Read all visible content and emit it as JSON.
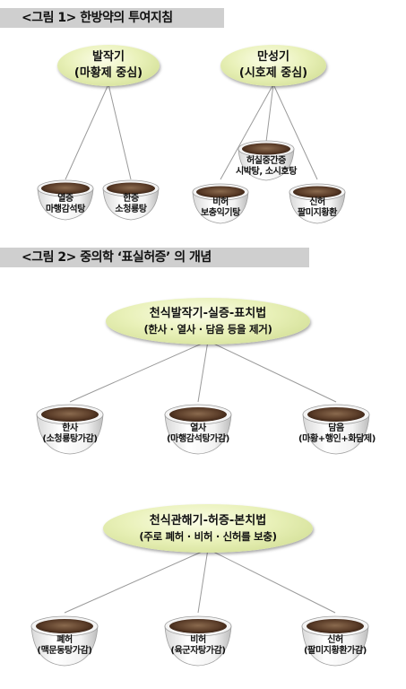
{
  "figure1": {
    "title": "<그림 1> 한방약의 투여지침",
    "left_group": {
      "line1": "발작기",
      "line2": "(마황제 중심)"
    },
    "right_group": {
      "line1": "만성기",
      "line2": "(시호제 중심)"
    },
    "bowls": [
      {
        "line1": "열증",
        "line2": "마행감석탕"
      },
      {
        "line1": "한증",
        "line2": "소청룡탕"
      },
      {
        "line1": "비허",
        "line2": "보충익기탕"
      },
      {
        "line1": "허실중간증",
        "line2": "시박탕, 소시호탕"
      },
      {
        "line1": "신허",
        "line2": "팔미지황환"
      }
    ]
  },
  "figure2": {
    "title": "<그림 2> 중의학 ‘표실허증’ 의 개념",
    "top_group": {
      "line1": "천식발작기-실증-표치법",
      "line2": "(한사 · 열사 · 담음 등을 제거)"
    },
    "top_bowls": [
      {
        "line1": "한사",
        "line2": "(소청룡탕가감)"
      },
      {
        "line1": "열사",
        "line2": "(마행감석탕가감)"
      },
      {
        "line1": "담음",
        "line2": "(마황+행인+화담제)"
      }
    ],
    "bottom_group": {
      "line1": "천식관해기-허증-본치법",
      "line2": "(주로 폐허 · 비허 · 신허를 보충)"
    },
    "bottom_bowls": [
      {
        "line1": "폐허",
        "line2": "(맥문동탕가감)"
      },
      {
        "line1": "비허",
        "line2": "(육군자탕가감)"
      },
      {
        "line1": "신허",
        "line2": "(팔미지황환가감)"
      }
    ]
  }
}
